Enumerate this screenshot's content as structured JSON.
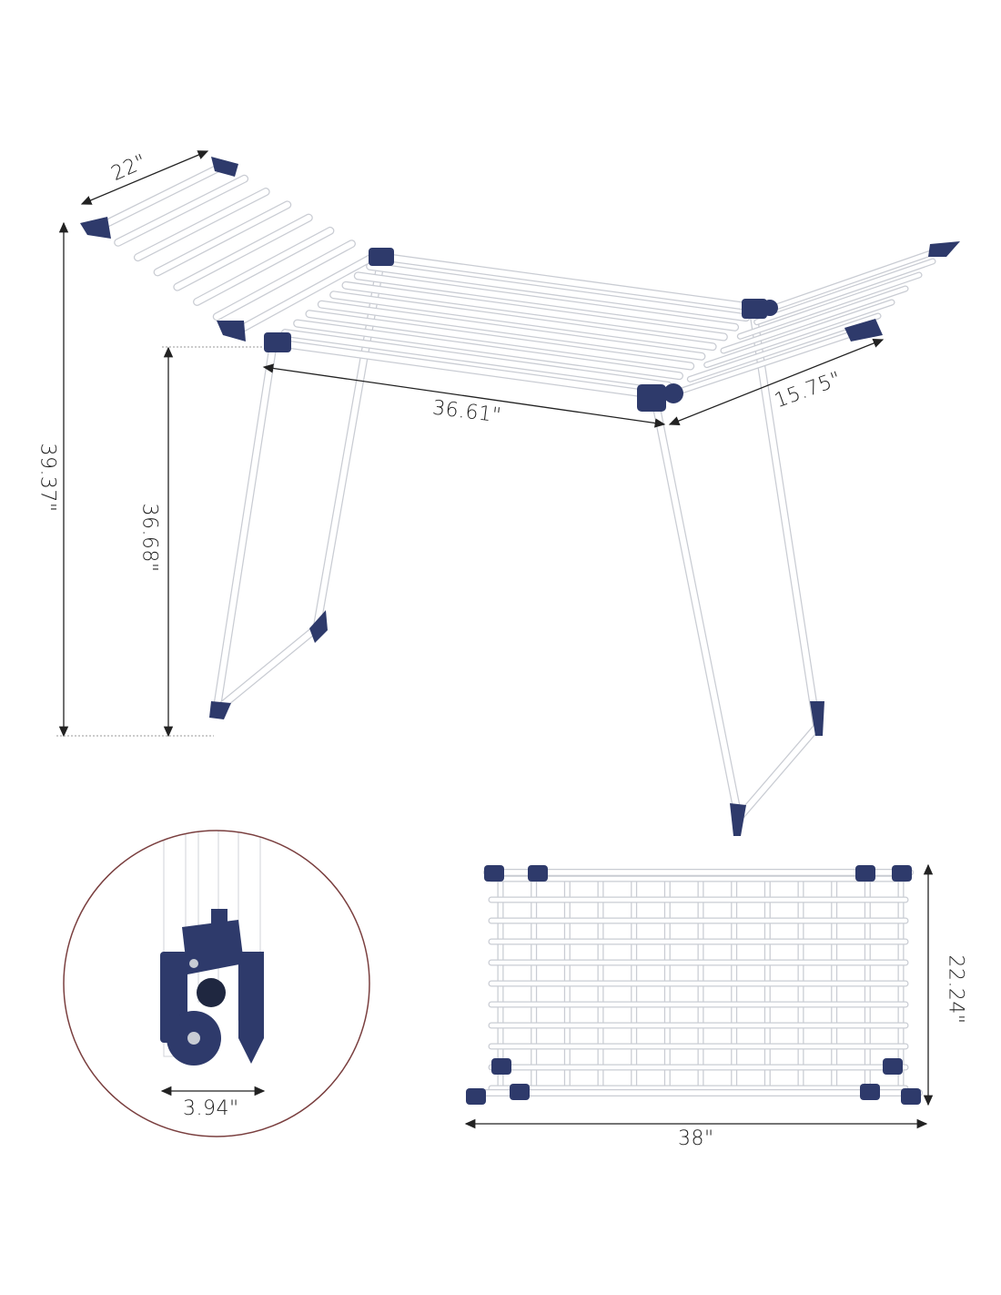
{
  "dimensions": {
    "wing_width": "22\"",
    "total_height": "39.37\"",
    "rack_height": "36.68\"",
    "rack_length": "36.61\"",
    "rack_depth": "15.75\"",
    "folded_thickness": "3.94\"",
    "folded_length": "38\"",
    "folded_width": "22.24\""
  },
  "colors": {
    "accent": "#2e3a6b",
    "circle": "#7a3f3f",
    "tube": "#ffffff"
  }
}
